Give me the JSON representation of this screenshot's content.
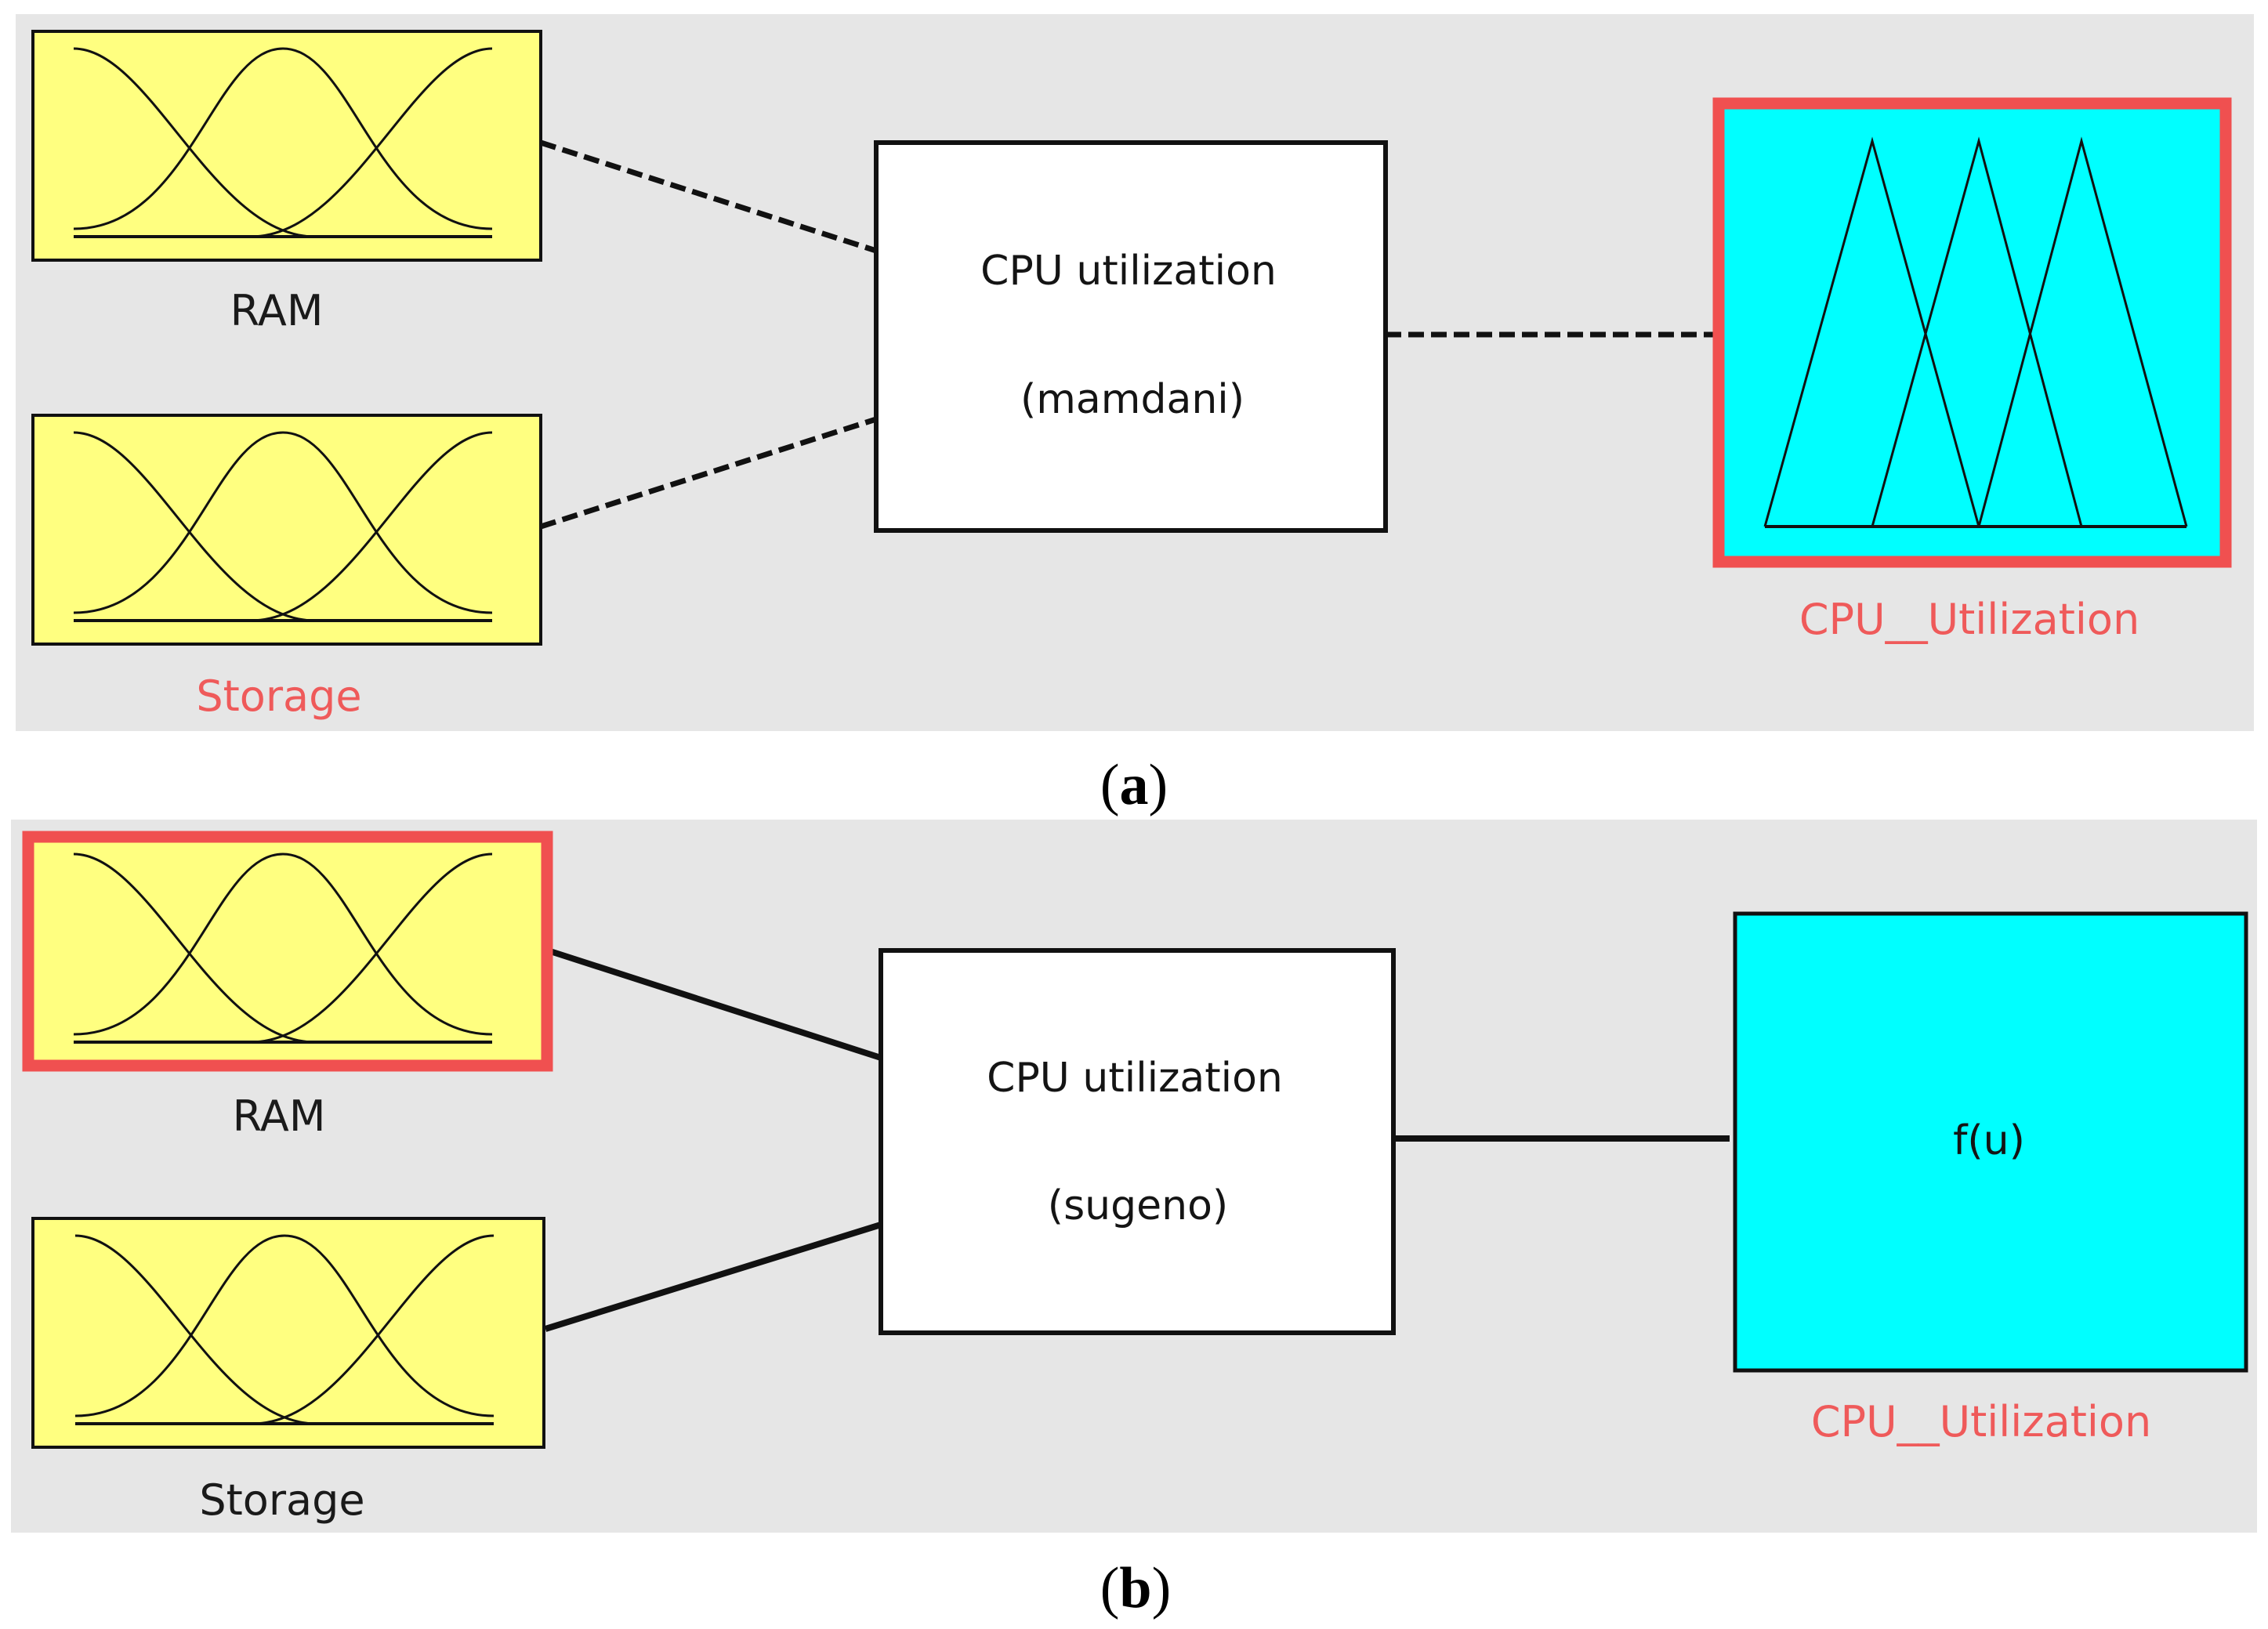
{
  "panel_a": {
    "caption_open": "(",
    "caption_letter": "a",
    "caption_close": ")",
    "inputs": [
      {
        "name": "RAM",
        "selected": false
      },
      {
        "name": "Storage",
        "selected": true
      }
    ],
    "system": {
      "name": "CPU utilization",
      "type": "(mamdani)"
    },
    "output": {
      "name": "CPU__Utilization",
      "selected": true,
      "mf_shape": "triangular"
    },
    "connection_style": "dashed"
  },
  "panel_b": {
    "caption_open": "(",
    "caption_letter": "b",
    "caption_close": ")",
    "inputs": [
      {
        "name": "RAM",
        "selected": true
      },
      {
        "name": "Storage",
        "selected": false
      }
    ],
    "system": {
      "name": "CPU utilization",
      "type": "(sugeno)"
    },
    "output": {
      "name": "CPU__Utilization",
      "selected": true,
      "function_label": "f(u)"
    },
    "connection_style": "solid"
  },
  "colors": {
    "input_fill": "#ffff80",
    "output_fill": "#00ffff",
    "selection_border": "#f05050",
    "selected_label": "#ef5a5a",
    "panel_bg": "#e6e6e6"
  }
}
